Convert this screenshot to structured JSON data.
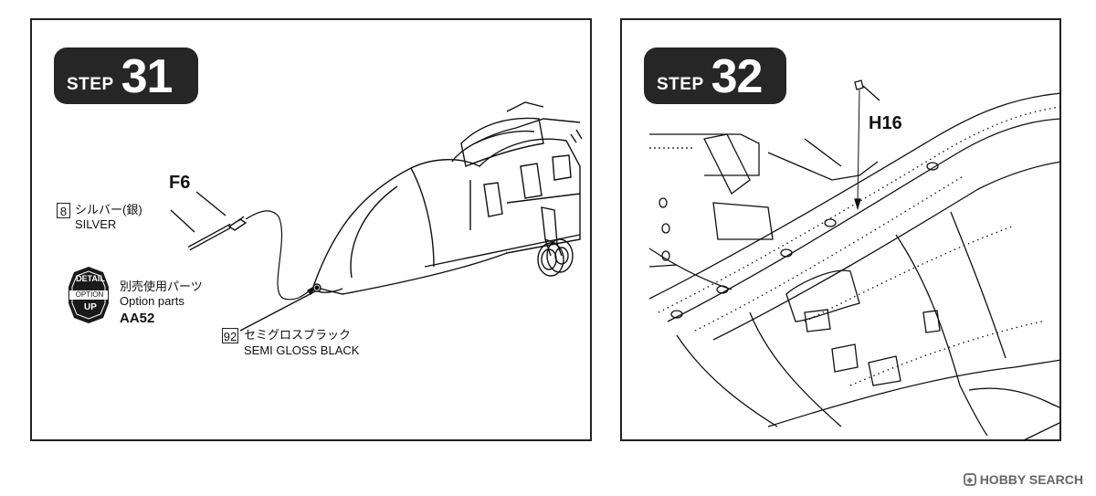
{
  "step31": {
    "badge_word": "STEP",
    "badge_number": "31",
    "part_label": "F6",
    "paint1": {
      "code": "8",
      "name_jp": "シルバー(銀)",
      "name_en": "SILVER"
    },
    "paint2": {
      "code": "92",
      "name_jp": "セミグロスブラック",
      "name_en": "SEMI GLOSS BLACK"
    },
    "detail_badge": {
      "top": "DETAIL",
      "middle": "OPTION",
      "bottom": "UP"
    },
    "option_parts": {
      "jp": "別売使用パーツ",
      "en": "Option parts",
      "code": "AA52"
    }
  },
  "step32": {
    "badge_word": "STEP",
    "badge_number": "32",
    "part_label": "H16"
  },
  "watermark": {
    "text": "HOBBY SEARCH",
    "icon": "hobby-search-logo-icon"
  }
}
